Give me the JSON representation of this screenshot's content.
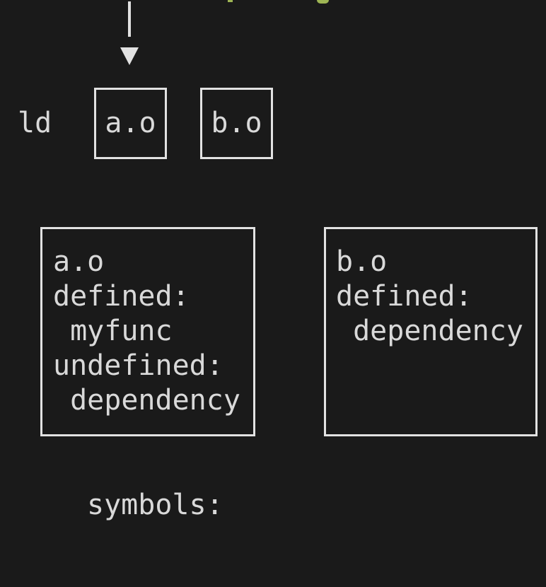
{
  "colors": {
    "background": "#1a1a1a",
    "foreground": "#d9d9d9",
    "border": "#e2e2e2",
    "clipped_text_green": "#9eb554"
  },
  "diagram": {
    "linker_label": "ld",
    "arrow_icon": "down-arrow-icon",
    "object_files": [
      {
        "label": "a.o"
      },
      {
        "label": "b.o"
      }
    ],
    "symbol_tables": [
      {
        "title": "a.o",
        "text": "a.o\ndefined:\n myfunc\nundefined:\n dependency"
      },
      {
        "title": "b.o",
        "text": "b.o\ndefined:\n dependency"
      }
    ],
    "caption": "symbols:"
  }
}
